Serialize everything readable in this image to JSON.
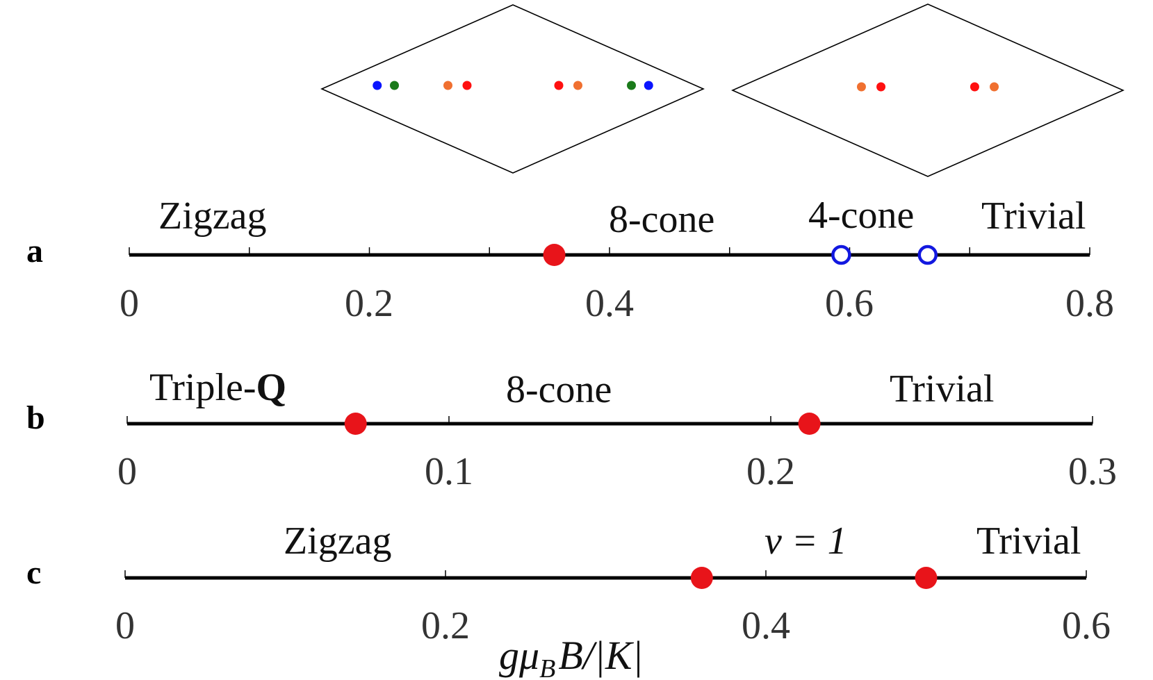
{
  "brillouin_zones": [
    {
      "points": [
        {
          "k": -0.71,
          "color": "#0a14ff"
        },
        {
          "k": -0.62,
          "color": "#1a7a1a"
        },
        {
          "k": -0.34,
          "color": "#f07030"
        },
        {
          "k": -0.24,
          "color": "#ff1010"
        },
        {
          "k": 0.24,
          "color": "#ff1010"
        },
        {
          "k": 0.34,
          "color": "#f07030"
        },
        {
          "k": 0.62,
          "color": "#1a7a1a"
        },
        {
          "k": 0.71,
          "color": "#0a14ff"
        }
      ]
    },
    {
      "points": [
        {
          "k": -0.34,
          "color": "#f07030"
        },
        {
          "k": -0.24,
          "color": "#ff1010"
        },
        {
          "k": 0.24,
          "color": "#ff1010"
        },
        {
          "k": 0.34,
          "color": "#f07030"
        }
      ]
    }
  ],
  "chart_data": [
    {
      "type": "phase-diagram",
      "panel": "a",
      "xlim": [
        0,
        0.8
      ],
      "ticks": [
        "0",
        "0.2",
        "0.4",
        "0.6",
        "0.8"
      ],
      "tick_values": [
        0,
        0.2,
        0.4,
        0.6,
        0.8
      ],
      "minor_ticks": [
        0.1,
        0.3,
        0.5,
        0.7
      ],
      "phases": [
        "Zigzag",
        "8-cone",
        "4-cone",
        "Trivial"
      ],
      "transitions": [
        {
          "x": 0.354,
          "style": "filled",
          "color": "#e8141a"
        },
        {
          "x": 0.593,
          "style": "open",
          "color": "#1218e0"
        },
        {
          "x": 0.665,
          "style": "open",
          "color": "#1218e0"
        }
      ]
    },
    {
      "type": "phase-diagram",
      "panel": "b",
      "xlim": [
        0,
        0.3
      ],
      "ticks": [
        "0",
        "0.1",
        "0.2",
        "0.3"
      ],
      "tick_values": [
        0,
        0.1,
        0.2,
        0.3
      ],
      "minor_ticks": [],
      "phases": [
        "Triple-",
        "Q",
        "8-cone",
        "Trivial"
      ],
      "transitions": [
        {
          "x": 0.071,
          "style": "filled",
          "color": "#e8141a"
        },
        {
          "x": 0.212,
          "style": "filled",
          "color": "#e8141a"
        }
      ]
    },
    {
      "type": "phase-diagram",
      "panel": "c",
      "xlim": [
        0,
        0.6
      ],
      "ticks": [
        "0",
        "0.2",
        "0.4",
        "0.6"
      ],
      "tick_values": [
        0,
        0.2,
        0.4,
        0.6
      ],
      "minor_ticks": [],
      "phases": [
        "Zigzag",
        "ν = 1",
        "Trivial"
      ],
      "transitions": [
        {
          "x": 0.36,
          "style": "filled",
          "color": "#e8141a"
        },
        {
          "x": 0.5,
          "style": "filled",
          "color": "#e8141a"
        }
      ]
    }
  ],
  "xlabel": {
    "g": "g",
    "mu": "μ",
    "sub": "B",
    "rest": "B/|K|"
  }
}
